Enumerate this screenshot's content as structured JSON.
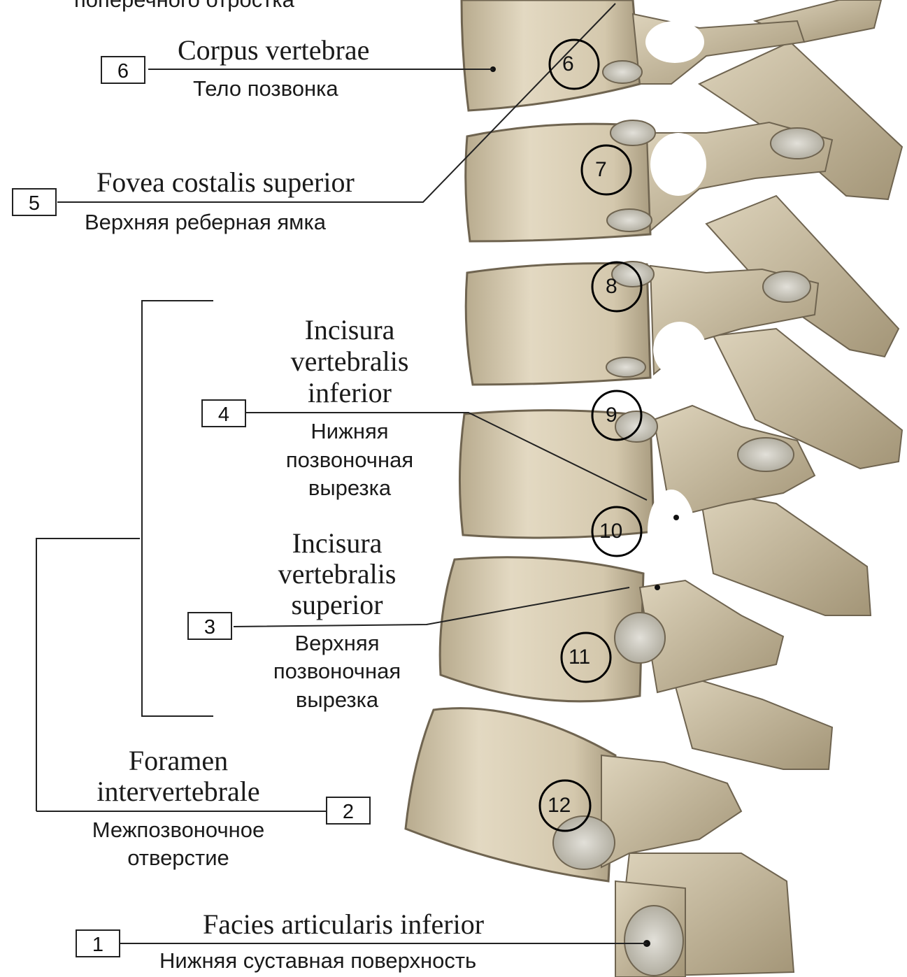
{
  "colors": {
    "bone": "#d9ceb6",
    "bone_shadow": "#a89a7c",
    "bone_dark": "#6f6450",
    "cartilage": "#c9c6bd",
    "line": "#222222",
    "circle": "#000000"
  },
  "top_cut_text": "поперечного отростка",
  "labels": [
    {
      "num": "6",
      "latin": "Corpus vertebrae",
      "russian": "Тело позвонка"
    },
    {
      "num": "5",
      "latin": "Fovea costalis superior",
      "russian": "Верхняя реберная ямка"
    },
    {
      "num": "4",
      "latin_lines": [
        "Incisura",
        "vertebralis",
        "inferior"
      ],
      "russian_lines": [
        "Нижняя",
        "позвоночная",
        "вырезка"
      ]
    },
    {
      "num": "3",
      "latin_lines": [
        "Incisura",
        "vertebralis",
        "superior"
      ],
      "russian_lines": [
        "Верхняя",
        "позвоночная",
        "вырезка"
      ]
    },
    {
      "num": "2",
      "latin_lines": [
        "Foramen",
        "intervertebrale"
      ],
      "russian_lines": [
        "Межпозвоночное",
        "отверстие"
      ]
    },
    {
      "num": "1",
      "latin": "Facies articularis inferior",
      "russian": "Нижняя суставная поверхность"
    }
  ],
  "circle_markers": [
    "6",
    "7",
    "8",
    "9",
    "10",
    "11",
    "12"
  ]
}
